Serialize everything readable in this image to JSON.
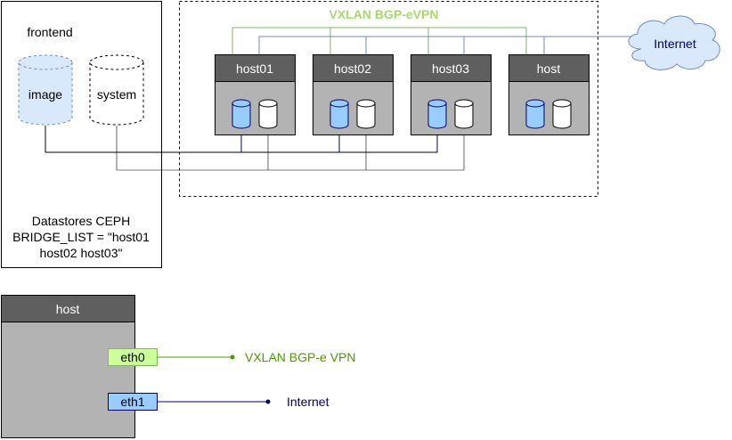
{
  "frontend": {
    "label": "frontend",
    "datastores": [
      {
        "label": "image"
      },
      {
        "label": "system"
      }
    ],
    "caption_lines": [
      "Datastores CEPH",
      "BRIDGE_LIST = \"host01",
      "host02 host03\""
    ]
  },
  "vxlan_group": {
    "label": "VXLAN BGP-eVPN"
  },
  "hosts": [
    {
      "label": "host01"
    },
    {
      "label": "host02"
    },
    {
      "label": "host03"
    },
    {
      "label": "host"
    }
  ],
  "internet_cloud": {
    "label": "Internet"
  },
  "legend": {
    "host_label": "host",
    "interfaces": [
      {
        "label": "eth0",
        "target": "VXLAN BGP-e VPN"
      },
      {
        "label": "eth1",
        "target": "Internet"
      }
    ]
  },
  "colors": {
    "host_header": "#5f5f5f",
    "host_body": "#b3b3b3",
    "vxlan_green": "#82b366",
    "vxlan_text": "#a8d86f",
    "internet_blue": "#6c8ebf",
    "internet_text": "#000066",
    "cloud_fill": "#dae8fc",
    "image_fill": "#dae8fc",
    "disk_blue": "#99ccff",
    "eth0_fill": "#ccff99",
    "eth0_text_color": "#4d9900",
    "eth1_fill": "#99ccff"
  }
}
